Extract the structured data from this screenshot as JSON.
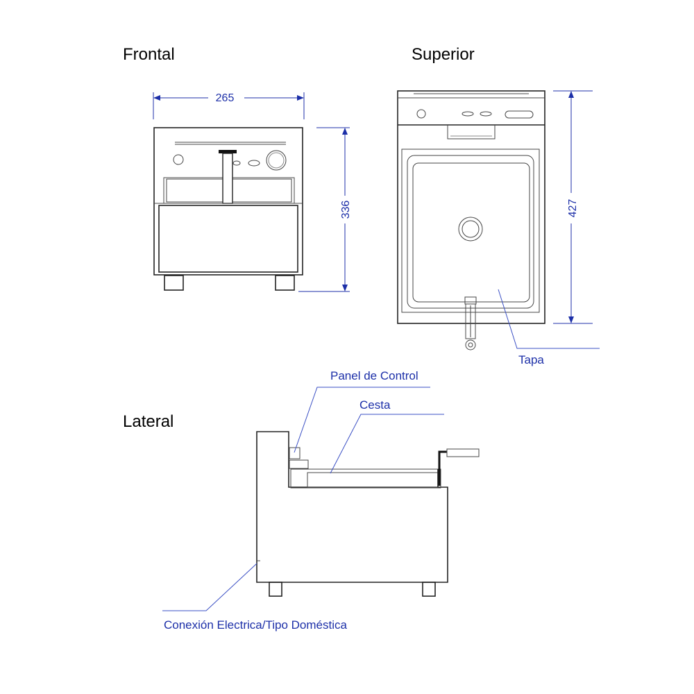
{
  "views": {
    "frontal": "Frontal",
    "superior": "Superior",
    "lateral": "Lateral"
  },
  "dimensions": {
    "width": "265",
    "height": "336",
    "depth": "427"
  },
  "callouts": {
    "tapa": "Tapa",
    "panel": "Panel de Control",
    "cesta": "Cesta",
    "conexion": "Conexión Electrica/Tipo Doméstica"
  },
  "colors": {
    "annotation": "#1c2fa8",
    "dimension": "#1c2fa8",
    "line": "#222222",
    "callout_line": "#3a4fc4"
  }
}
